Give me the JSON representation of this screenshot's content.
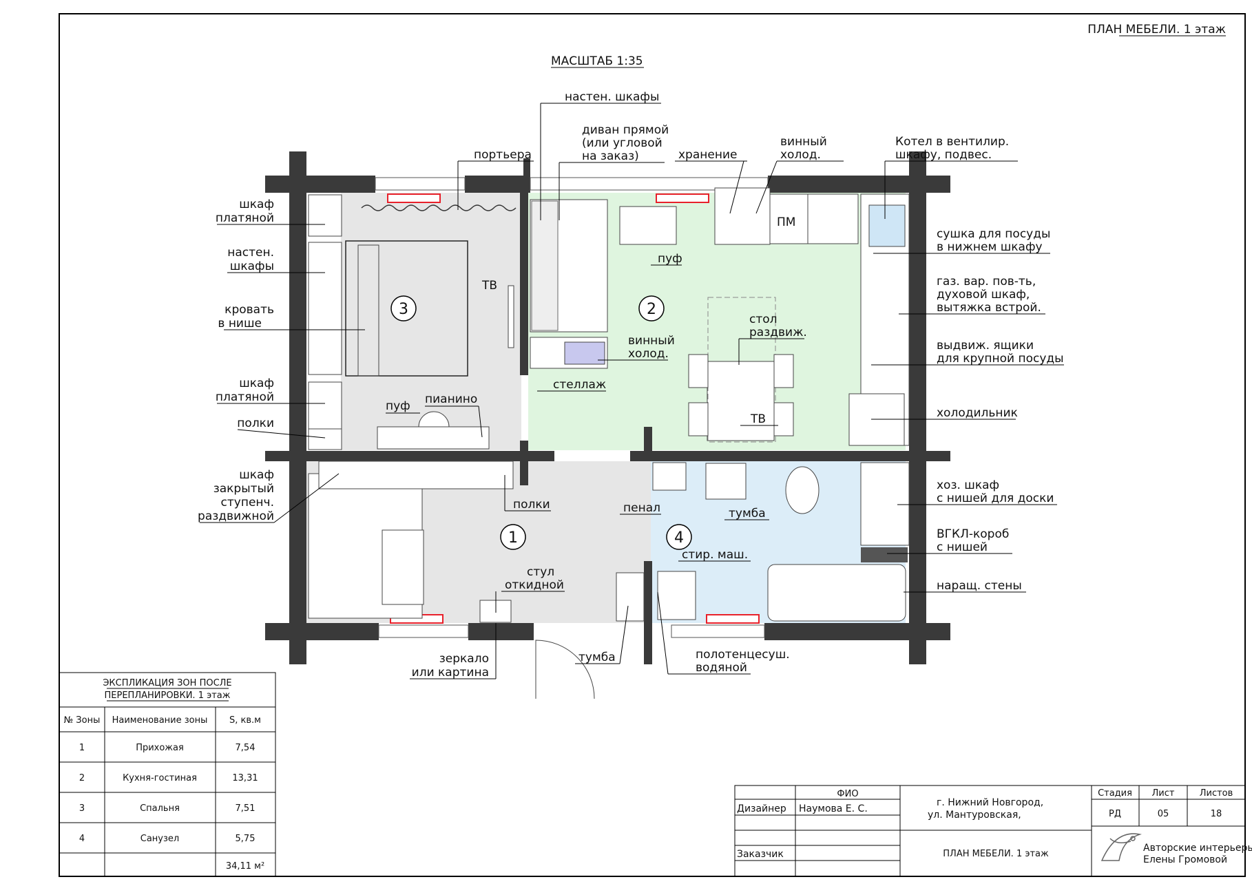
{
  "sheet_title": "ПЛАН МЕБЕЛИ. 1 этаж",
  "scale": "МАСШТАБ 1:35",
  "zones": [
    "1",
    "2",
    "3",
    "4"
  ],
  "labels": {
    "wall_cabinets_top": "настен. шкафы",
    "sofa": [
      "диван прямой",
      "(или угловой",
      "на заказ)"
    ],
    "portiere": "портьера",
    "storage": "хранение",
    "wine_fridge_top": [
      "винный",
      "холод."
    ],
    "boiler": [
      "Котел в вентилир.",
      "шкафу, подвес."
    ],
    "pm": "ПМ",
    "dish_dryer": [
      "сушка для посуды",
      "в нижнем шкафу"
    ],
    "hob": [
      "газ. вар. пов-ть,",
      "духовой шкаф,",
      "вытяжка встрой."
    ],
    "drawers": [
      "выдвиж. ящики",
      "для крупной посуды"
    ],
    "fridge": "холодильник",
    "utility_cabinet": [
      "хоз. шкаф",
      "с нишей для доски"
    ],
    "gvkl": [
      "ВГКЛ-короб",
      "с нишей"
    ],
    "wall_ext": "наращ. стены",
    "towel": [
      "полотенцесуш.",
      "водяной"
    ],
    "vanity_bottom": "тумба",
    "mirror": [
      "зеркало",
      "или картина"
    ],
    "chair": [
      "стул",
      "откидной"
    ],
    "shelves_hall": "полки",
    "stair_cabinet": [
      "шкаф",
      "закрытый",
      "ступенч.",
      "раздвижной"
    ],
    "shelves_bed": "полки",
    "wardrobe_bottom": [
      "шкаф",
      "платяной"
    ],
    "bed": [
      "кровать",
      "в нише"
    ],
    "wall_cabinets_left": [
      "настен.",
      "шкафы"
    ],
    "wardrobe_top": [
      "шкаф",
      "платяной"
    ],
    "tv_bed": "ТВ",
    "pouf_bed": "пуф",
    "piano": "пианино",
    "pouf_living": "пуф",
    "wine_fridge_mid": [
      "винный",
      "холод."
    ],
    "rack": "стеллаж",
    "table": [
      "стол",
      "раздвиж."
    ],
    "tv_kitchen": "ТВ",
    "pencil_case": "пенал",
    "vanity_bath": "тумба",
    "washer": "стир. маш."
  },
  "explication": {
    "title": [
      "ЭКСПЛИКАЦИЯ ЗОН ПОСЛЕ",
      "ПЕРЕПЛАНИРОВКИ. 1 этаж"
    ],
    "headers": [
      "№ Зоны",
      "Наименование зоны",
      "S, кв.м"
    ],
    "rows": [
      [
        "1",
        "Прихожая",
        "7,54"
      ],
      [
        "2",
        "Кухня-гостиная",
        "13,31"
      ],
      [
        "3",
        "Спальня",
        "7,51"
      ],
      [
        "4",
        "Санузел",
        "5,75"
      ]
    ],
    "total": "34,11 м²"
  },
  "title_block": {
    "fio_header": "ФИО",
    "designer_role": "Дизайнер",
    "designer_name": "Наумова Е. С.",
    "customer_role": "Заказчик",
    "address": [
      "г. Нижний Новгород,",
      "ул. Мантуровская,"
    ],
    "sheet_name": "ПЛАН МЕБЕЛИ. 1 этаж",
    "stage_h": "Стадия",
    "sheet_h": "Лист",
    "sheets_h": "Листов",
    "stage": "РД",
    "sheet": "05",
    "sheets": "18",
    "logo_text": [
      "Авторские интерьеры",
      "Елены Громовой"
    ]
  },
  "colors": {
    "wall": "#3a3a3a",
    "living_fill": "#dff5df",
    "bath_fill": "#dcedf8",
    "grey_fill": "#e6e6e6",
    "radiator": "#e8202a"
  }
}
